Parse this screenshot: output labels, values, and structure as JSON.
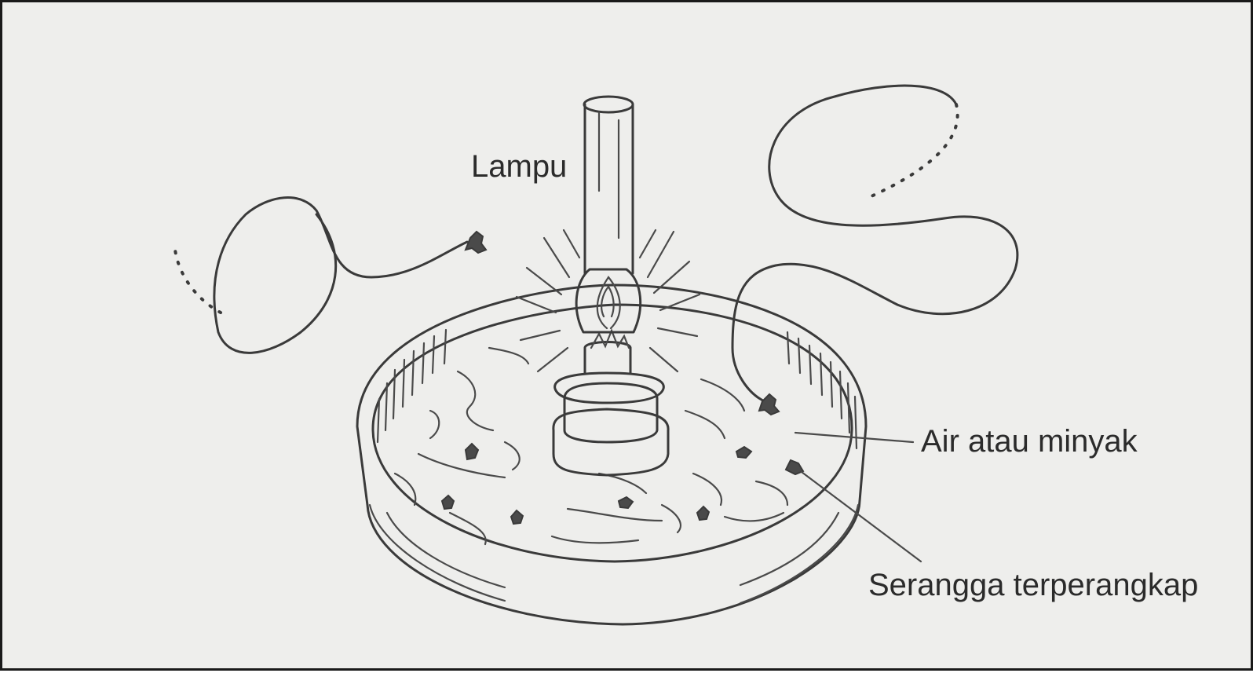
{
  "labels": {
    "lamp": "Lampu",
    "liquid": "Air atau minyak",
    "insects": "Serangga terperangkap"
  },
  "colors": {
    "ink": "#3a3a3a",
    "paper": "#eeeeec",
    "frame": "#1a1a1a"
  },
  "icons": [
    "insect-icon",
    "lamp-glow-rays"
  ]
}
